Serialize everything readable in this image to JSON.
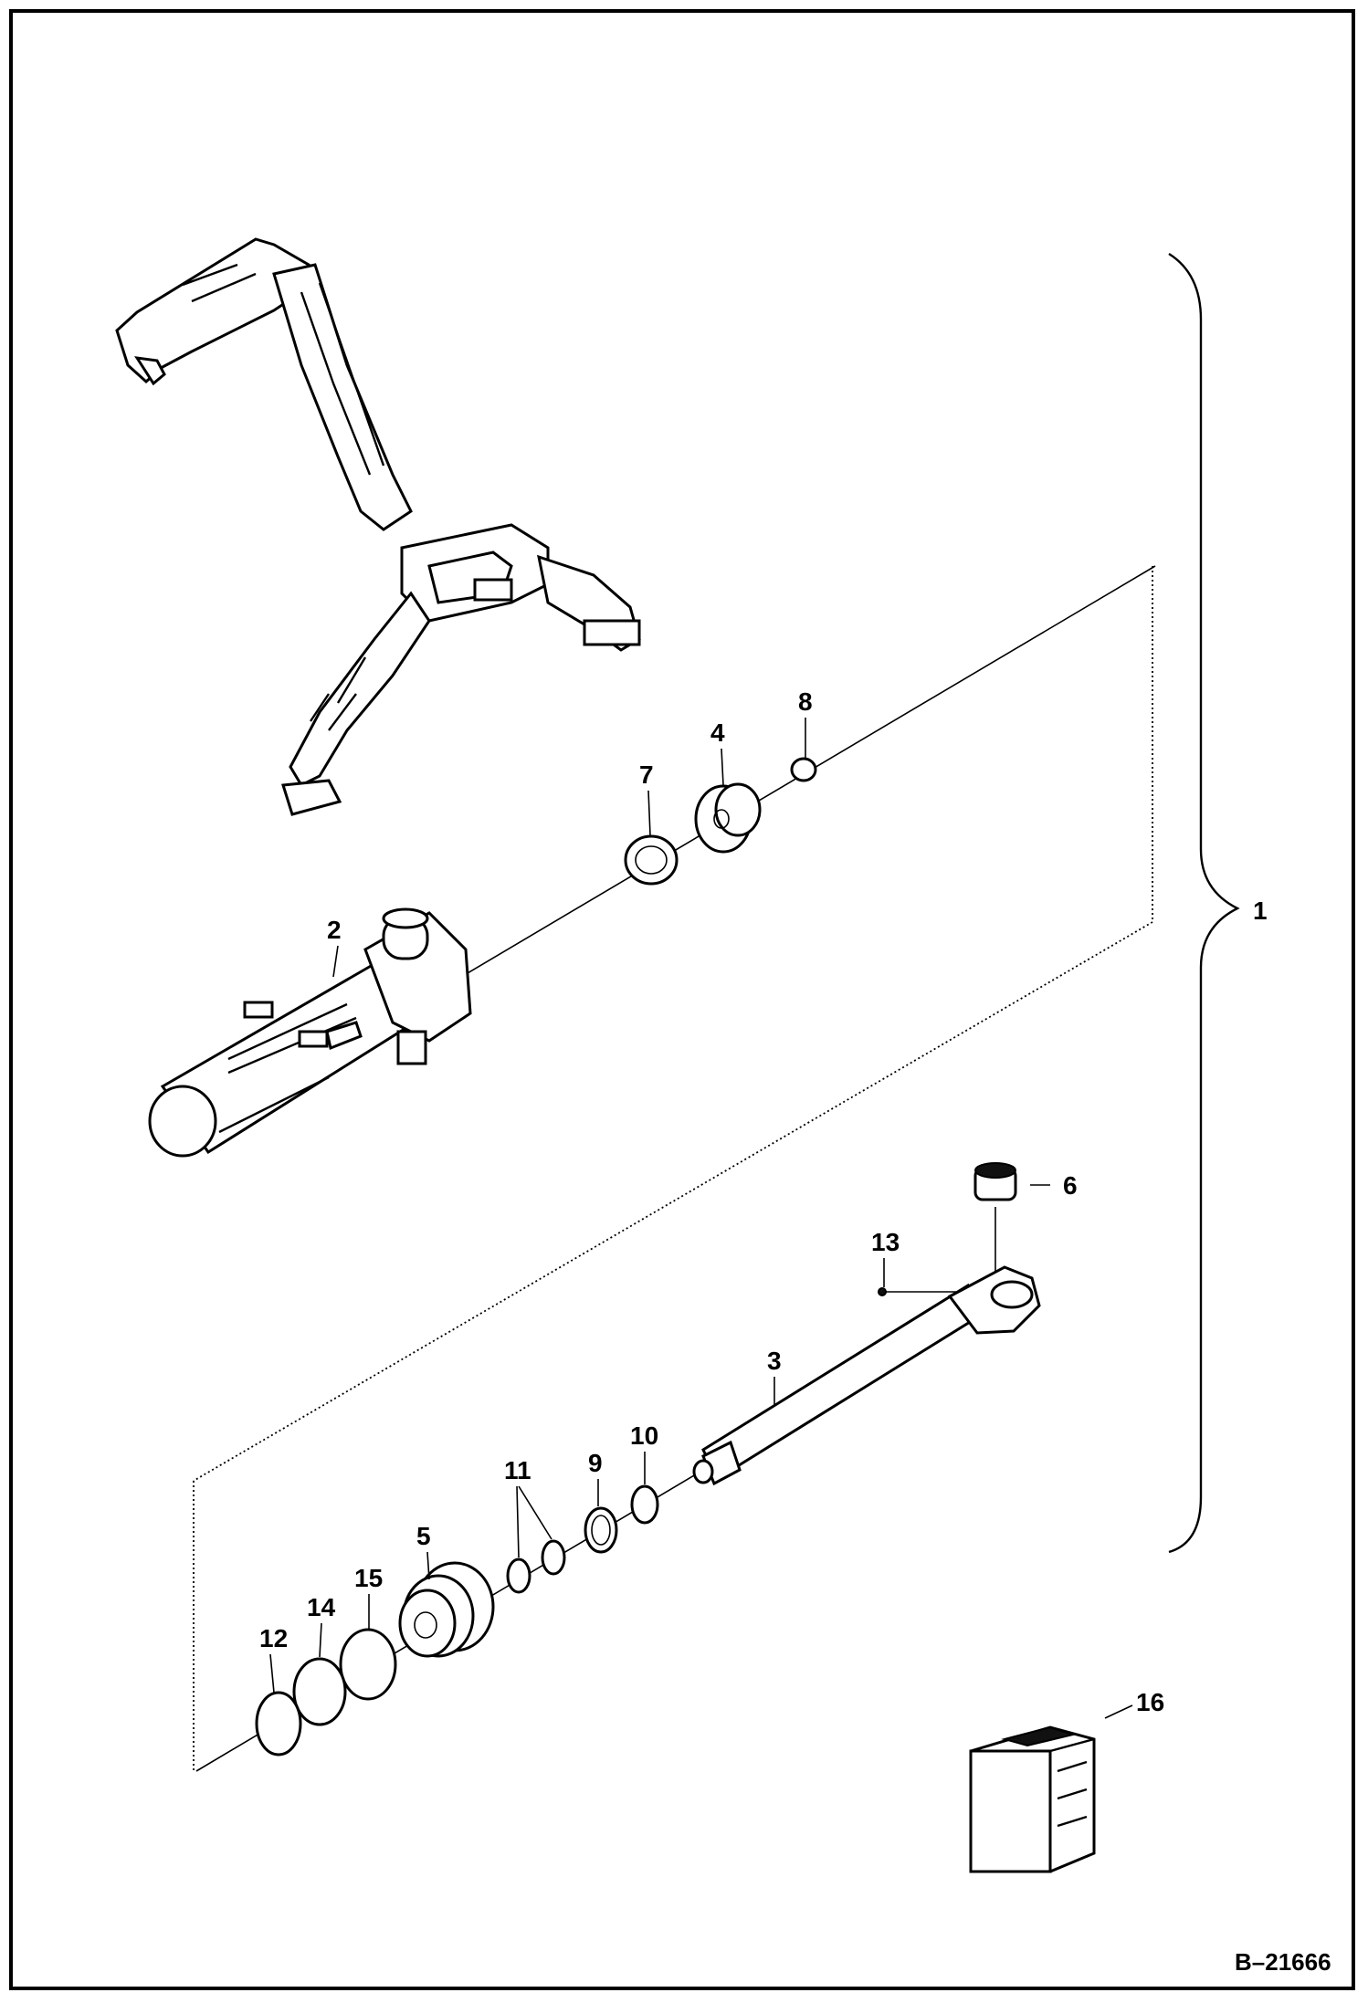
{
  "diagram": {
    "callouts": {
      "c1": "1",
      "c2": "2",
      "c3": "3",
      "c4": "4",
      "c5": "5",
      "c6": "6",
      "c7": "7",
      "c8": "8",
      "c9": "9",
      "c10": "10",
      "c11": "11",
      "c12": "12",
      "c13": "13",
      "c14": "14",
      "c15": "15",
      "c16": "16"
    },
    "reference": "B–21666"
  }
}
